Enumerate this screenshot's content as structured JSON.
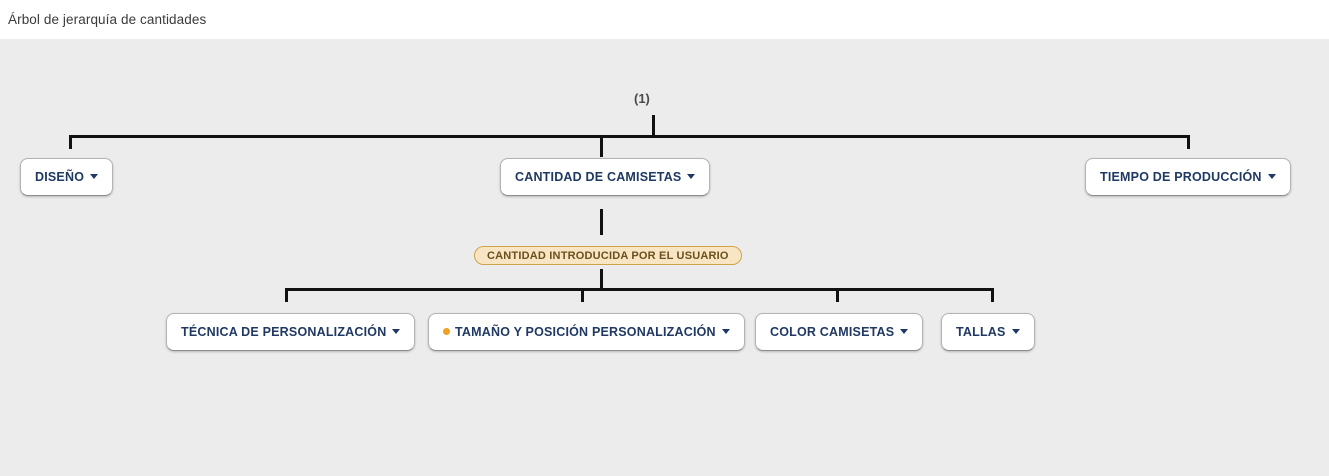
{
  "header": {
    "title": "Árbol de jerarquía de cantidades"
  },
  "tree": {
    "root_label": "(1)",
    "level1": [
      {
        "label": "DISEÑO",
        "has_caret": true,
        "has_dot": false
      },
      {
        "label": "CANTIDAD DE CAMISETAS",
        "has_caret": true,
        "has_dot": false
      },
      {
        "label": "TIEMPO DE PRODUCCIÓN",
        "has_caret": true,
        "has_dot": false
      }
    ],
    "badge": {
      "label": "CANTIDAD INTRODUCIDA POR EL USUARIO"
    },
    "level2": [
      {
        "label": "TÉCNICA DE PERSONALIZACIÓN",
        "has_caret": true,
        "has_dot": false
      },
      {
        "label": "TAMAÑO Y POSICIÓN PERSONALIZACIÓN",
        "has_caret": true,
        "has_dot": true
      },
      {
        "label": "COLOR CAMISETAS",
        "has_caret": true,
        "has_dot": false
      },
      {
        "label": "TALLAS",
        "has_caret": true,
        "has_dot": false
      }
    ]
  },
  "colors": {
    "page_background": "#ffffff",
    "canvas_background": "#ececec",
    "node_text": "#1f3864",
    "connector": "#111111",
    "badge_fill": "#f7e5c3",
    "badge_border": "#cfa44b",
    "badge_text": "#6b4f1d",
    "accent_dot": "#f0a020",
    "root_label_text": "#4a4a4a"
  }
}
